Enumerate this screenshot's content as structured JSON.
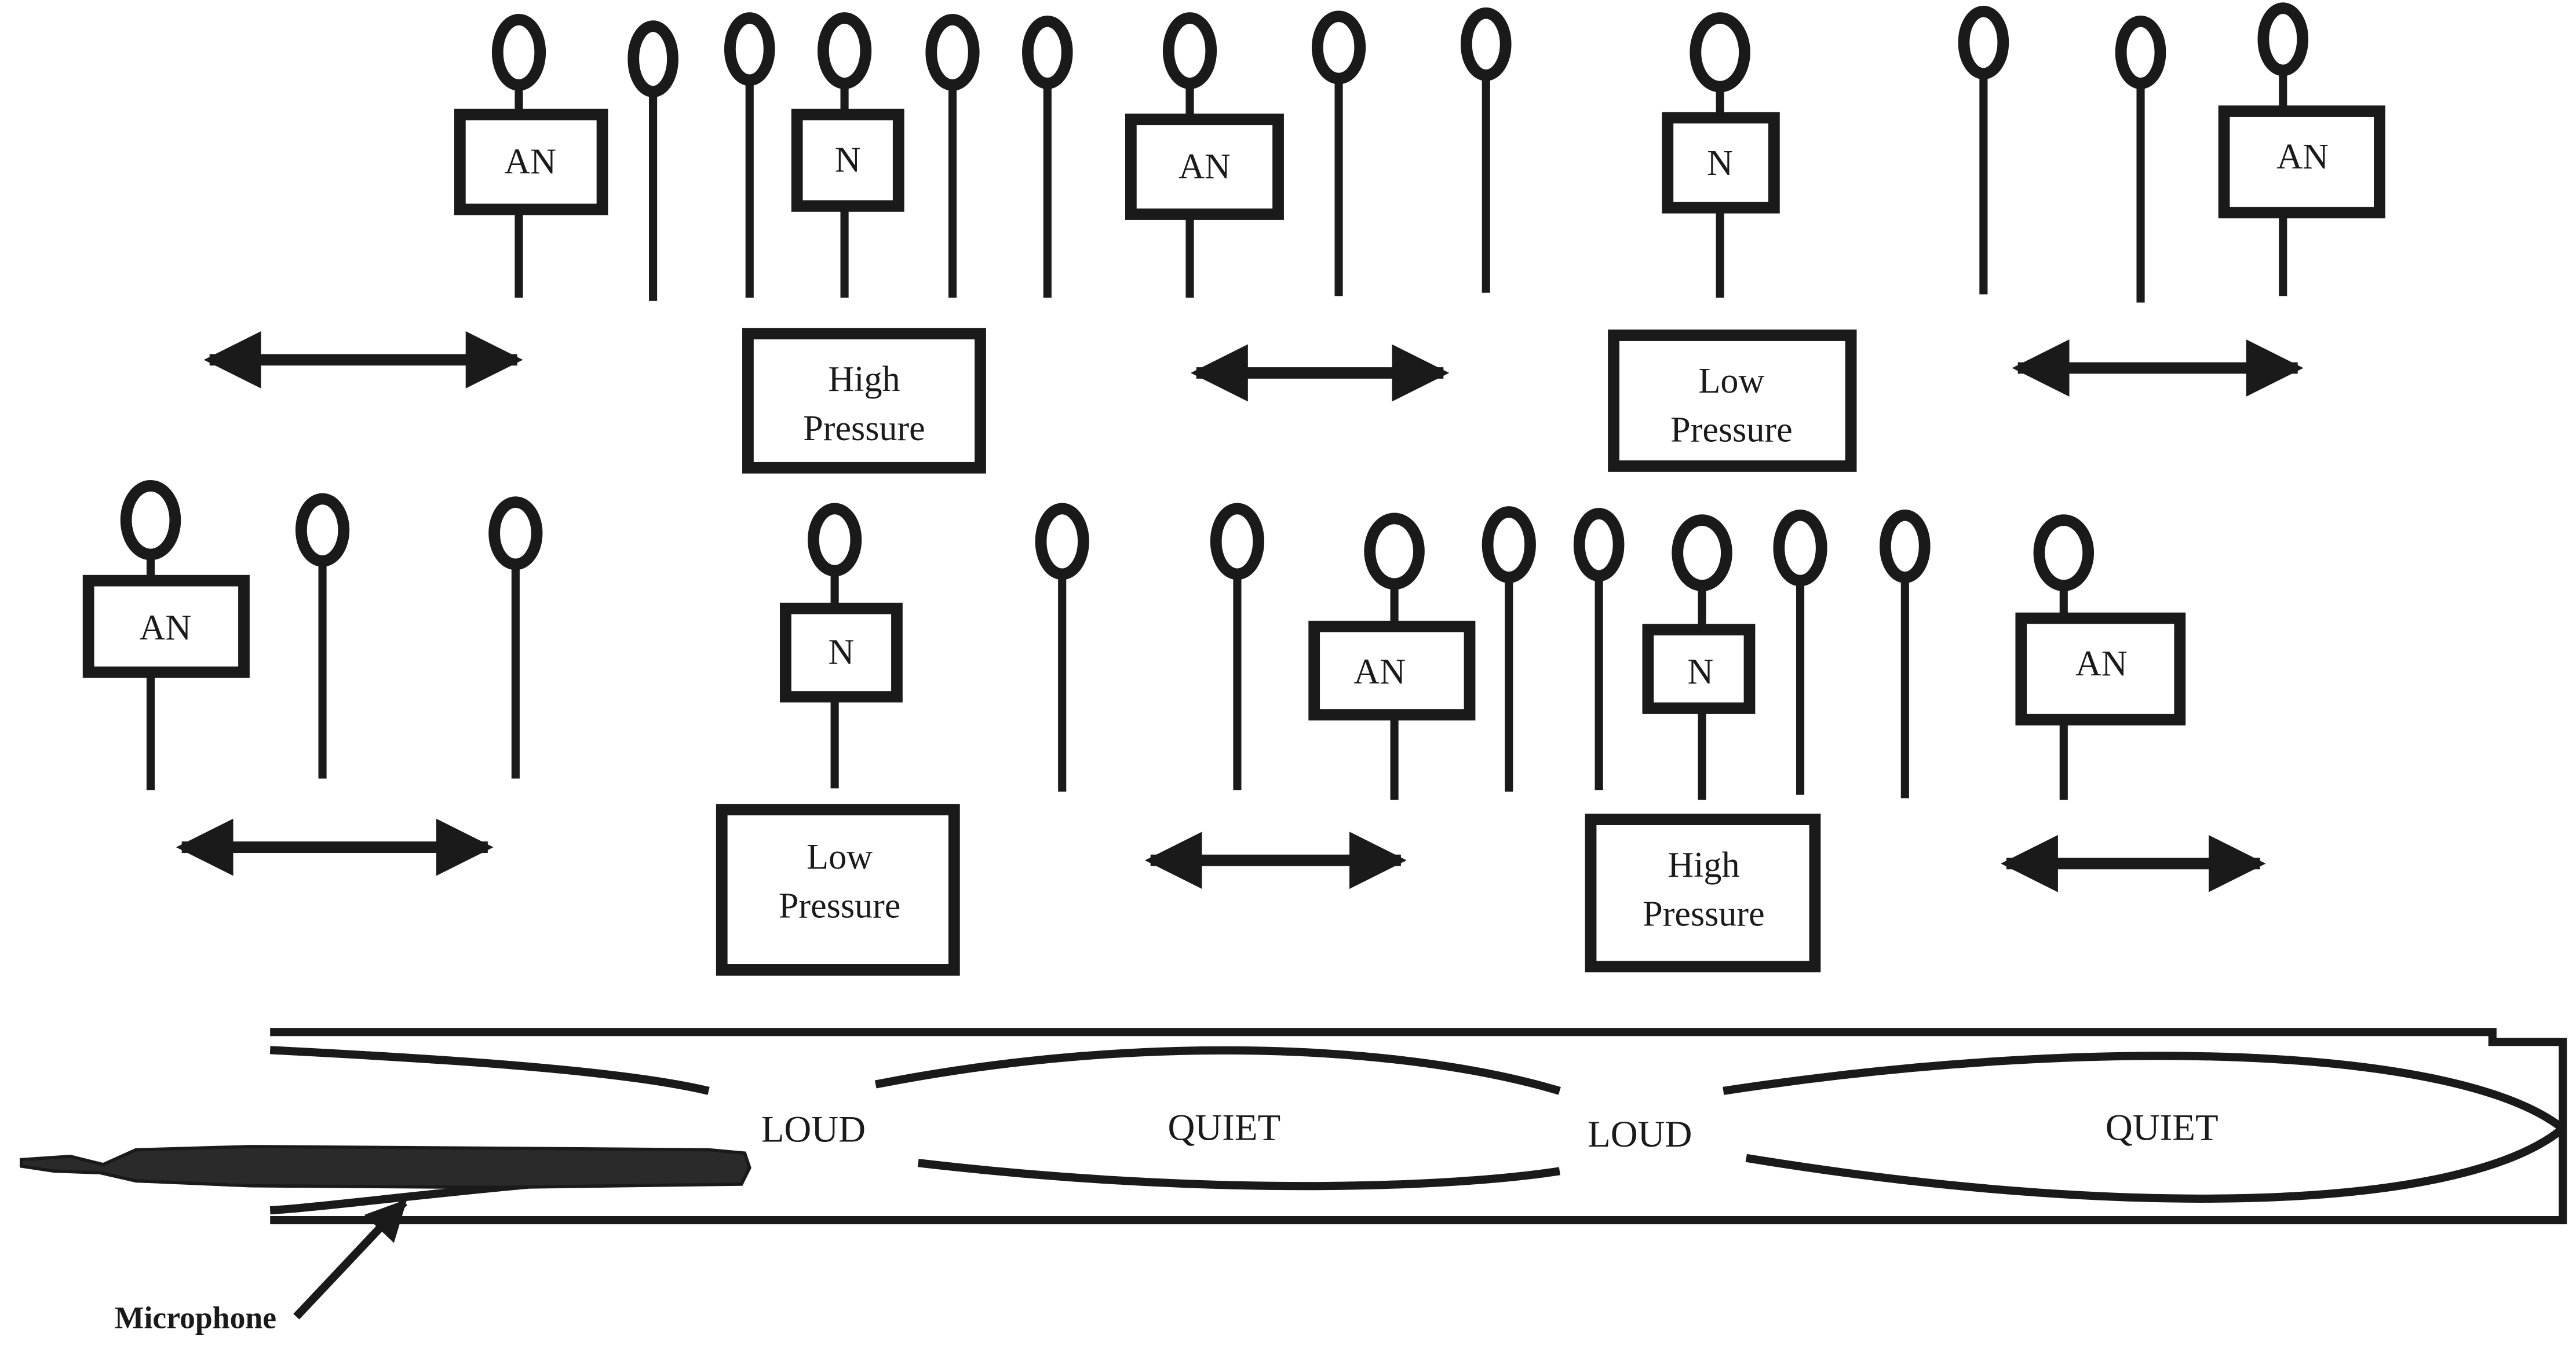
{
  "molecule_tags": {
    "antinode": "AN",
    "node": "N"
  },
  "pressure_labels": {
    "high_line1": "High",
    "high_line2": "Pressure",
    "low_line1": "Low",
    "low_line2": "Pressure"
  },
  "tube_labels": {
    "loud": "LOUD",
    "quiet": "QUIET"
  },
  "microphone_label": "Microphone"
}
